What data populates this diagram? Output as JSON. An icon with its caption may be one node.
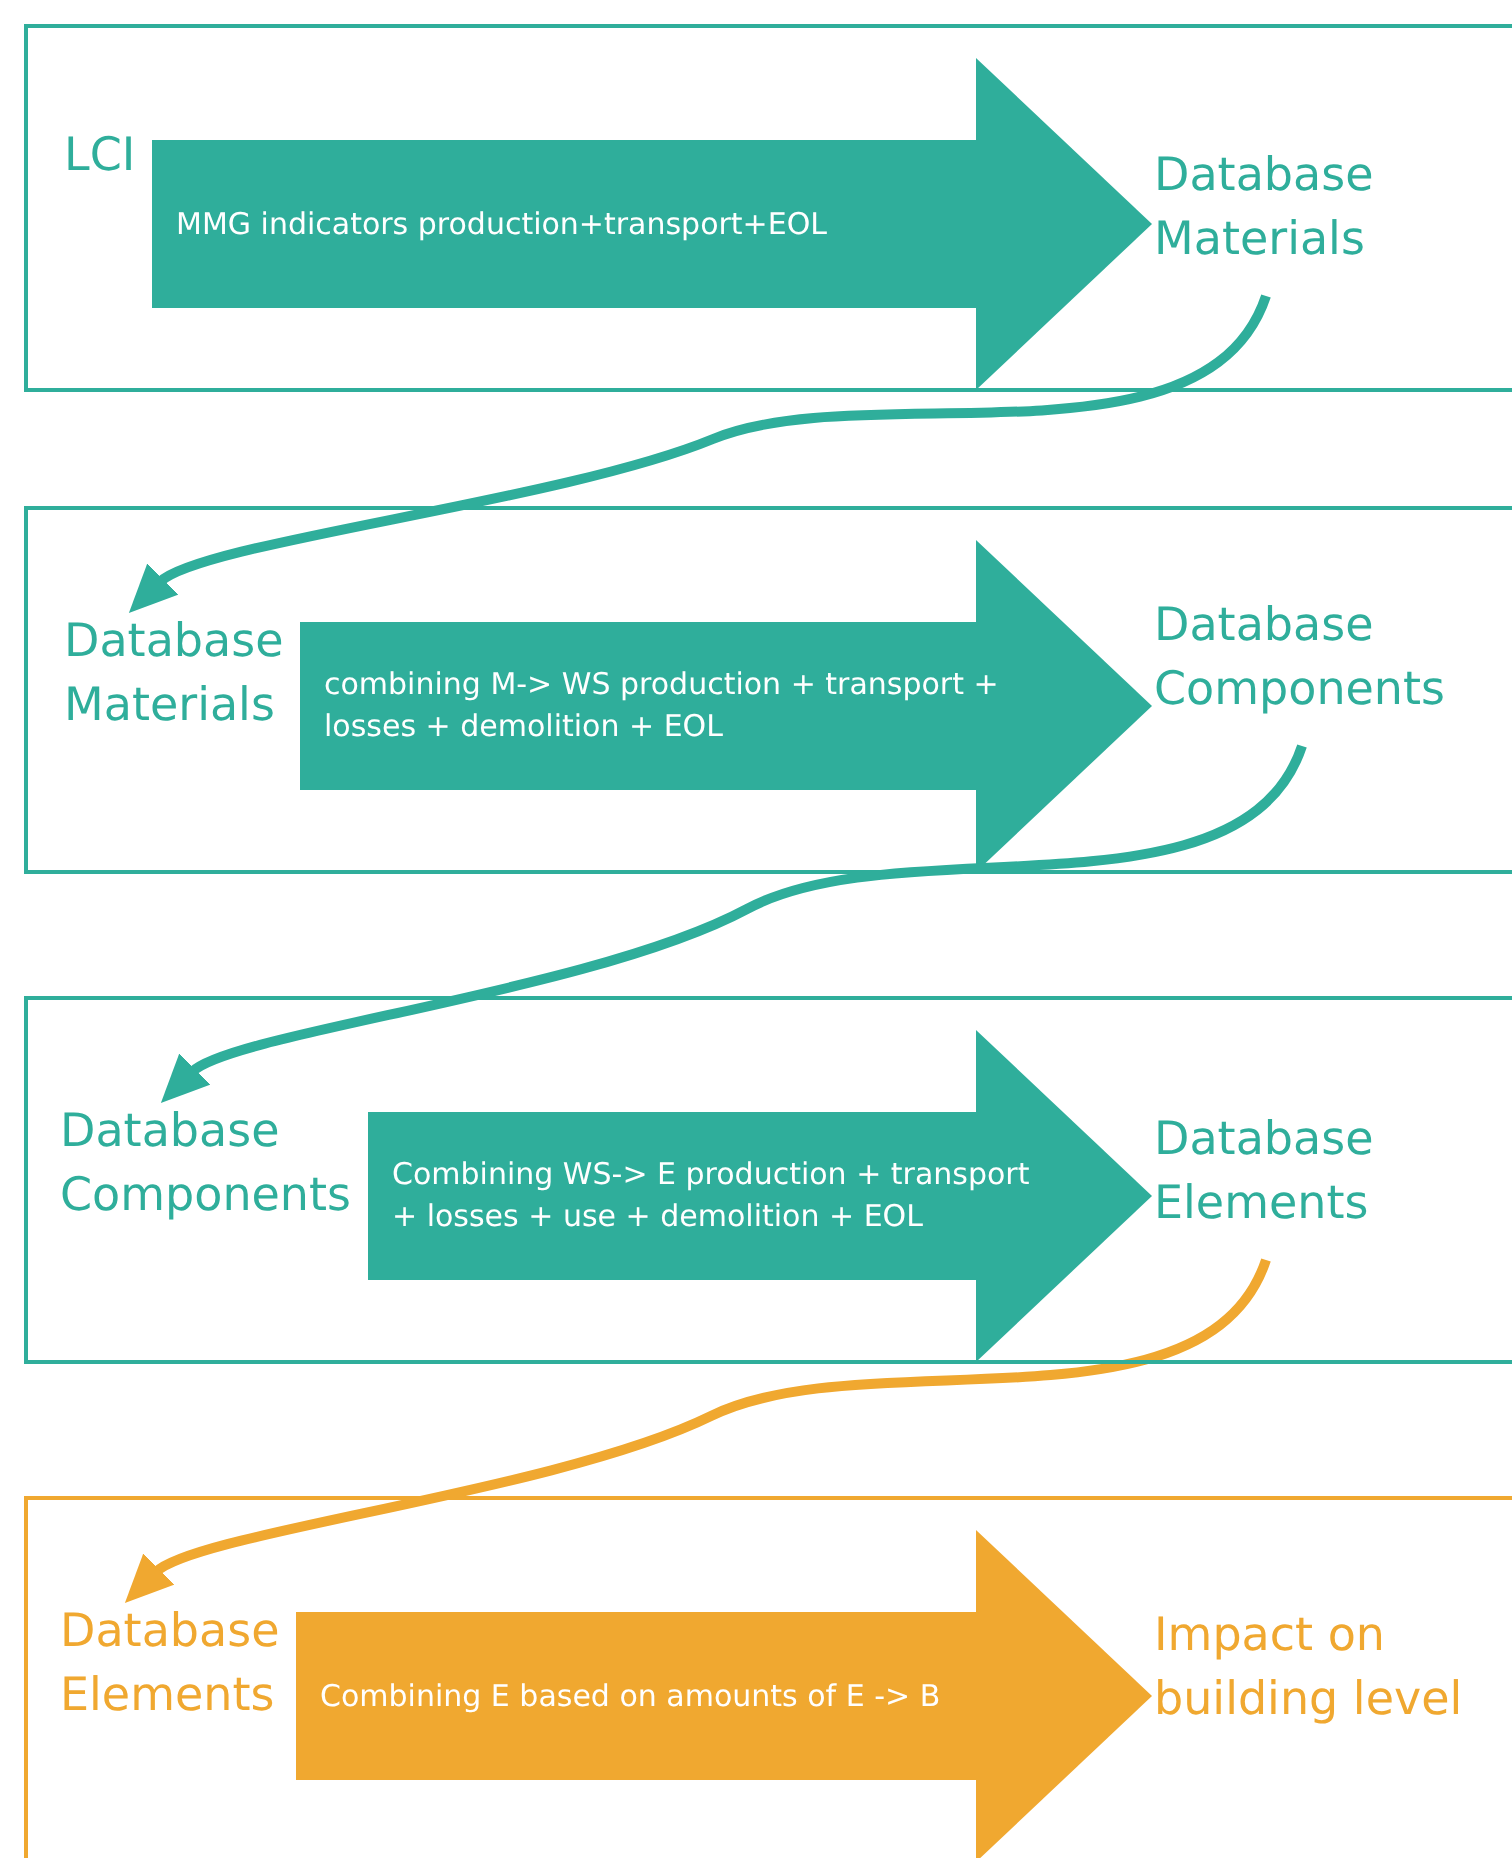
{
  "diagram": {
    "nodes": [
      {
        "text": [],
        "shape": "box"
      },
      {
        "text": [
          "LCI"
        ],
        "in": 0
      },
      {
        "text": [
          "Database Materials"
        ],
        "in": 0
      },
      {
        "text": [],
        "shape": "box"
      },
      {
        "text": [
          "Database Materials"
        ],
        "in": 3
      },
      {
        "text": [
          "Database Components"
        ],
        "in": 3
      },
      {
        "text": [],
        "shape": "box"
      },
      {
        "text": [
          "Database Components"
        ],
        "in": 6
      },
      {
        "text": [
          "Database Elements"
        ],
        "in": 6
      },
      {
        "text": [],
        "shape": "box"
      },
      {
        "text": [
          "Database Elements"
        ],
        "in": 9
      },
      {
        "text": [
          "Impact on building level"
        ],
        "in": 9
      }
    ],
    "edges": [
      {
        "from": 1,
        "to": 2,
        "arrow": "to",
        "label": "MMG indicators production+transport+EOL"
      },
      {
        "from": 2,
        "to": 4,
        "arrow": "to"
      },
      {
        "from": 4,
        "to": 5,
        "arrow": "to",
        "label": "combining M-> WS production + transport + losses + demolition + EOL"
      },
      {
        "from": 5,
        "to": 7,
        "arrow": "to"
      },
      {
        "from": 7,
        "to": 8,
        "arrow": "to",
        "label": "Combining WS-> E production + transport + losses + use + demolition + EOL"
      },
      {
        "from": 8,
        "to": 10,
        "arrow": "to",
        "color": "#f0a830"
      },
      {
        "from": 10,
        "to": 11,
        "arrow": "to",
        "color": "#f0a830",
        "label": "Combining E based on amounts of E -> B"
      }
    ]
  }
}
